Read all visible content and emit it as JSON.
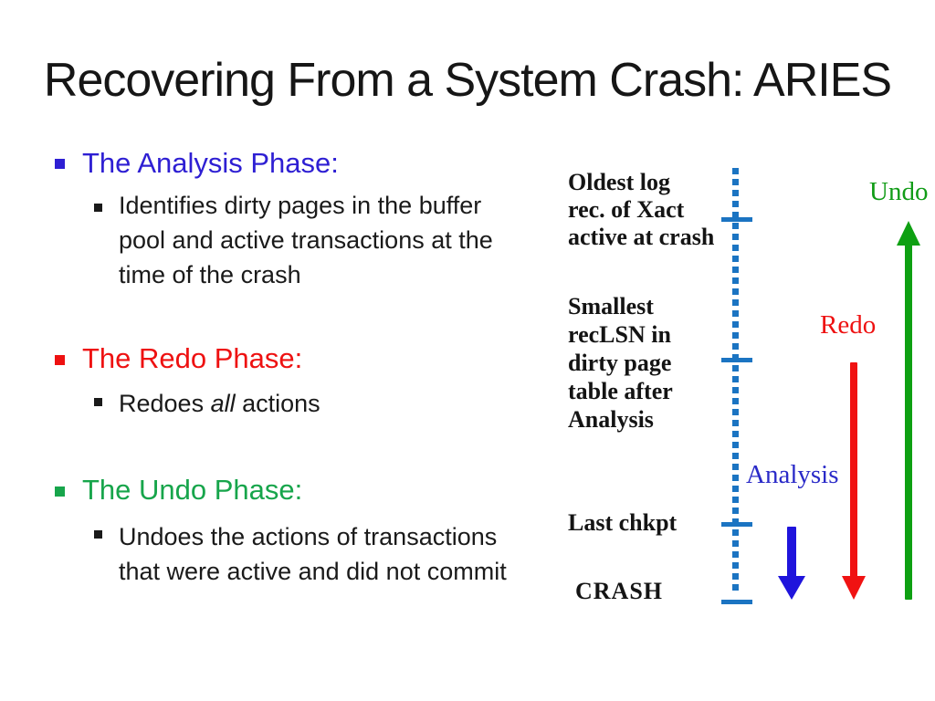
{
  "slide": {
    "title": "Recovering From a System Crash: ARIES"
  },
  "sections": [
    {
      "heading": "The Analysis Phase:",
      "sub_lines": [
        "Identifies dirty pages in the buffer",
        "pool and active transactions at the",
        "time of the crash"
      ]
    },
    {
      "heading": "The Redo Phase:",
      "sub_prefix": "Redoes ",
      "sub_italic": "all",
      "sub_suffix": " actions"
    },
    {
      "heading": "The Undo Phase:",
      "sub_lines": [
        "Undoes the actions of transactions",
        "that were active and did not commit"
      ]
    }
  ],
  "timeline": {
    "marker_labels": {
      "oldest": [
        "Oldest log",
        "rec. of Xact",
        "active at crash"
      ],
      "smallest": [
        "Smallest",
        "recLSN in",
        "dirty page",
        "table after",
        "Analysis"
      ],
      "last_chkpt": "Last chkpt",
      "crash": "CRASH"
    },
    "arrow_labels": {
      "undo": "Undo",
      "redo": "Redo",
      "analysis": "Analysis"
    }
  },
  "colors": {
    "analysis_heading_blue": "#2e1fd3",
    "redo_heading_red": "#ee1111",
    "undo_heading_green": "#17a54b",
    "timeline_blue": "#1b74c2",
    "undo_arrow_green": "#0ea012",
    "redo_arrow_red": "#f01212",
    "analysis_arrow_blue": "#1f14dc",
    "analysis_label_blue": "#2a2ac8",
    "undo_label_green": "#119c17",
    "text_black": "#1a1a1a"
  }
}
